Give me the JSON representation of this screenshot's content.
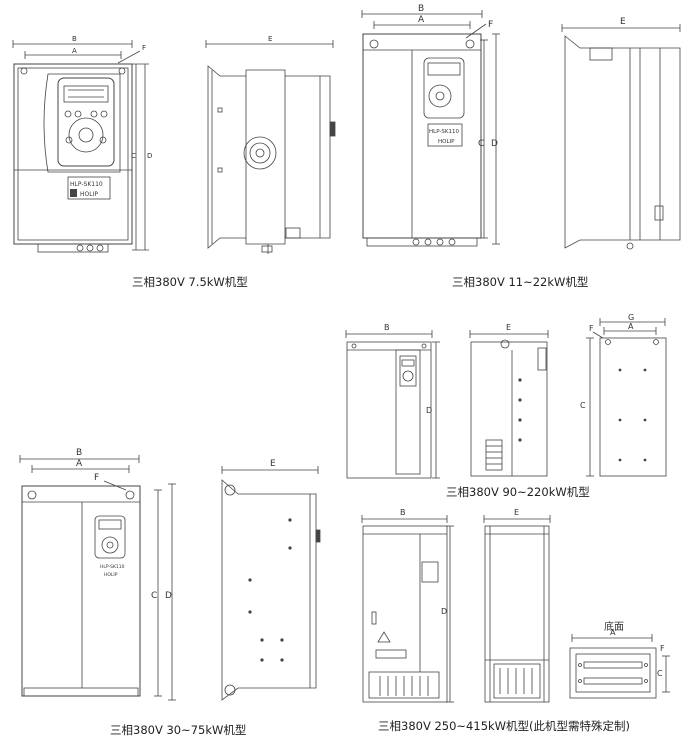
{
  "dim_labels": {
    "A": "A",
    "B": "B",
    "C": "C",
    "D": "D",
    "E": "E",
    "F": "F",
    "G": "G"
  },
  "captions": [
    "三相380V 7.5kW机型",
    "三相380V 11~22kW机型",
    "三相380V 90~220kW机型",
    "三相380V 30~75kW机型",
    "三相380V 250~415kW机型(此机型需特殊定制)"
  ],
  "keypad_label": "HLP-SK110",
  "brand": "HOLIP",
  "base_view_label": "底面"
}
